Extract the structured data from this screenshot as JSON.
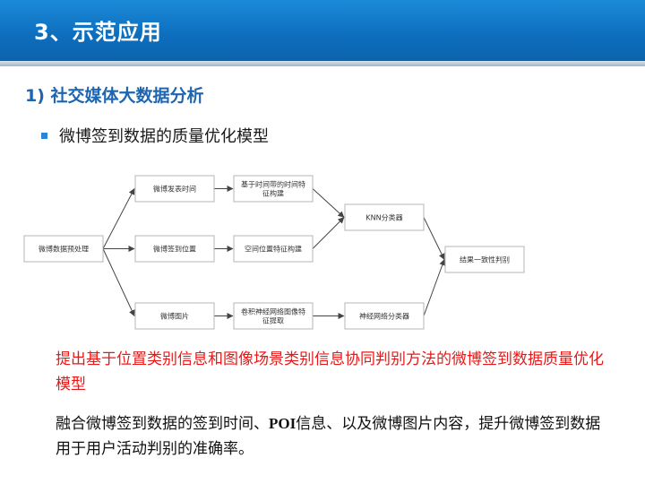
{
  "slide": {
    "title": "3、示范应用",
    "section": "1) 社交媒体大数据分析",
    "bullet": "微博签到数据的质量优化模型",
    "highlight": "提出基于位置类别信息和图像场景类别信息协同判别方法的微博签到数据质量优化模型",
    "body_before": "融合微博签到数据的签到时间、",
    "body_term": "POI",
    "body_after": "信息、以及微博图片内容，提升微博签到数据用于用户活动判别的准确率。",
    "colors": {
      "title_bar": "#0e6fbf",
      "heading": "#1d65b0",
      "highlight": "#e81818",
      "bullet": "#2a86d2"
    }
  },
  "flowchart": {
    "nodes": [
      {
        "id": "preprocess",
        "lines": [
          "微博数据预处理"
        ]
      },
      {
        "id": "post_time",
        "lines": [
          "微博发表时间"
        ]
      },
      {
        "id": "checkin_location",
        "lines": [
          "微博签到位置"
        ]
      },
      {
        "id": "images",
        "lines": [
          "微博图片"
        ]
      },
      {
        "id": "time_band_feature",
        "lines": [
          "基于时间带的时间特",
          "征构建"
        ]
      },
      {
        "id": "spatial_feature",
        "lines": [
          "空间位置特征构建"
        ]
      },
      {
        "id": "cnn_feature",
        "lines": [
          "卷积神经网络图像特",
          "征提取"
        ]
      },
      {
        "id": "knn",
        "lines": [
          "KNN分类器"
        ]
      },
      {
        "id": "nn_classifier",
        "lines": [
          "神经网络分类器"
        ]
      },
      {
        "id": "consistency",
        "lines": [
          "结果一致性判别"
        ]
      }
    ],
    "edges": [
      [
        "preprocess",
        "post_time"
      ],
      [
        "preprocess",
        "checkin_location"
      ],
      [
        "preprocess",
        "images"
      ],
      [
        "post_time",
        "time_band_feature"
      ],
      [
        "checkin_location",
        "spatial_feature"
      ],
      [
        "images",
        "cnn_feature"
      ],
      [
        "time_band_feature",
        "knn"
      ],
      [
        "spatial_feature",
        "knn"
      ],
      [
        "cnn_feature",
        "nn_classifier"
      ],
      [
        "knn",
        "consistency"
      ],
      [
        "nn_classifier",
        "consistency"
      ]
    ]
  }
}
